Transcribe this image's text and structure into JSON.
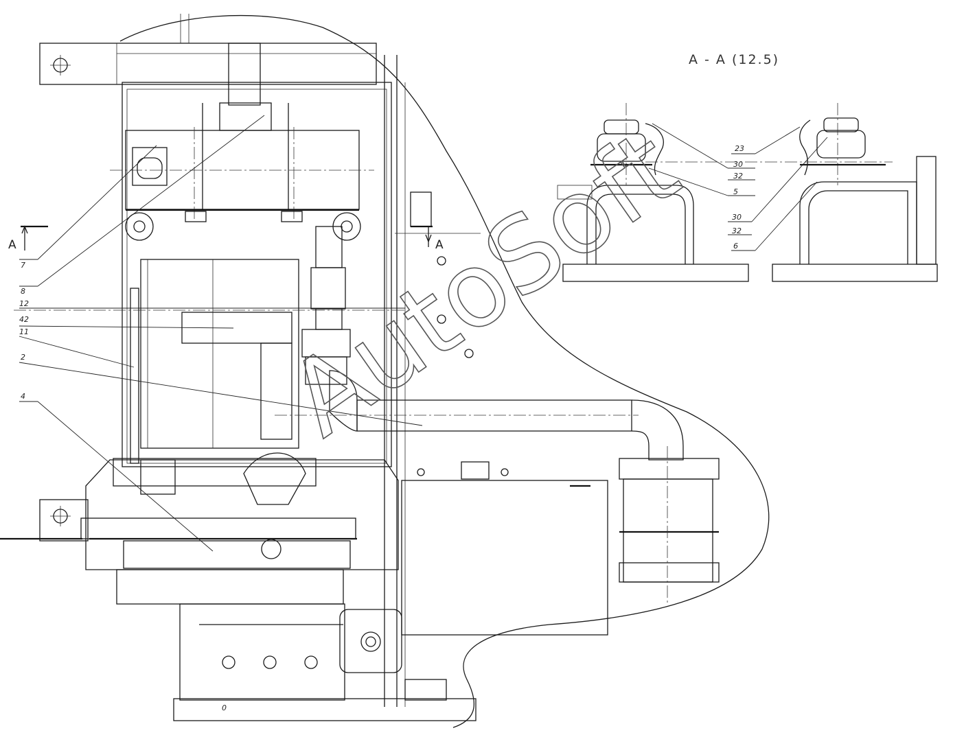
{
  "section_title": "А - А (12.5)",
  "section_marks": {
    "left": "А",
    "right": "А"
  },
  "watermark": "AutoSoft",
  "callouts_left": [
    {
      "id": "c7",
      "text": "7"
    },
    {
      "id": "c8",
      "text": "8"
    },
    {
      "id": "c12",
      "text": "12"
    },
    {
      "id": "c42",
      "text": "42"
    },
    {
      "id": "c11",
      "text": "11"
    },
    {
      "id": "c2",
      "text": "2"
    },
    {
      "id": "c4",
      "text": "4"
    }
  ],
  "callouts_right": [
    {
      "id": "c23",
      "text": "23"
    },
    {
      "id": "c30a",
      "text": "30"
    },
    {
      "id": "c32a",
      "text": "32"
    },
    {
      "id": "c5",
      "text": "5"
    },
    {
      "id": "c30b",
      "text": "30"
    },
    {
      "id": "c32b",
      "text": "32"
    },
    {
      "id": "c6",
      "text": "6"
    }
  ],
  "small_marks": {
    "zero": "0"
  },
  "colors": {
    "line": "#1a1a1a",
    "background": "#ffffff",
    "watermark": "#555555"
  }
}
